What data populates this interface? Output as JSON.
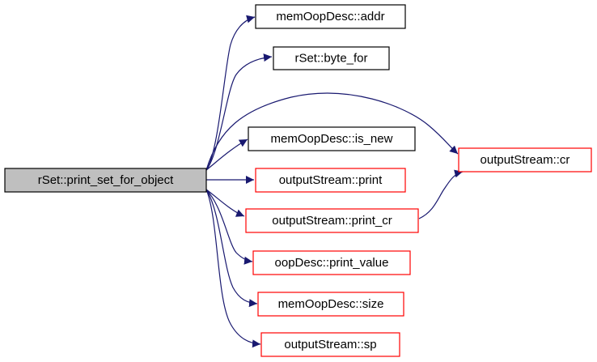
{
  "colors": {
    "edge": "#191970",
    "root_fill": "#bfbfbf",
    "root_border": "#000000",
    "documented_border": "#000000",
    "undocumented_border": "#ff0000",
    "node_fill": "#ffffff"
  },
  "root": {
    "label": "rSet::print_set_for_object"
  },
  "nodes": [
    {
      "id": "addr",
      "label": "memOopDesc::addr",
      "border": "documented"
    },
    {
      "id": "byte_for",
      "label": "rSet::byte_for",
      "border": "documented"
    },
    {
      "id": "is_new",
      "label": "memOopDesc::is_new",
      "border": "documented"
    },
    {
      "id": "print",
      "label": "outputStream::print",
      "border": "undocumented"
    },
    {
      "id": "print_cr",
      "label": "outputStream::print_cr",
      "border": "undocumented"
    },
    {
      "id": "print_value",
      "label": "oopDesc::print_value",
      "border": "undocumented"
    },
    {
      "id": "size",
      "label": "memOopDesc::size",
      "border": "undocumented"
    },
    {
      "id": "sp",
      "label": "outputStream::sp",
      "border": "undocumented"
    },
    {
      "id": "cr",
      "label": "outputStream::cr",
      "border": "undocumented"
    }
  ],
  "edges": [
    {
      "from": "root",
      "to": "addr"
    },
    {
      "from": "root",
      "to": "byte_for"
    },
    {
      "from": "root",
      "to": "cr"
    },
    {
      "from": "root",
      "to": "is_new"
    },
    {
      "from": "root",
      "to": "print"
    },
    {
      "from": "root",
      "to": "print_cr"
    },
    {
      "from": "root",
      "to": "print_value"
    },
    {
      "from": "root",
      "to": "size"
    },
    {
      "from": "root",
      "to": "sp"
    },
    {
      "from": "print_cr",
      "to": "cr"
    }
  ]
}
